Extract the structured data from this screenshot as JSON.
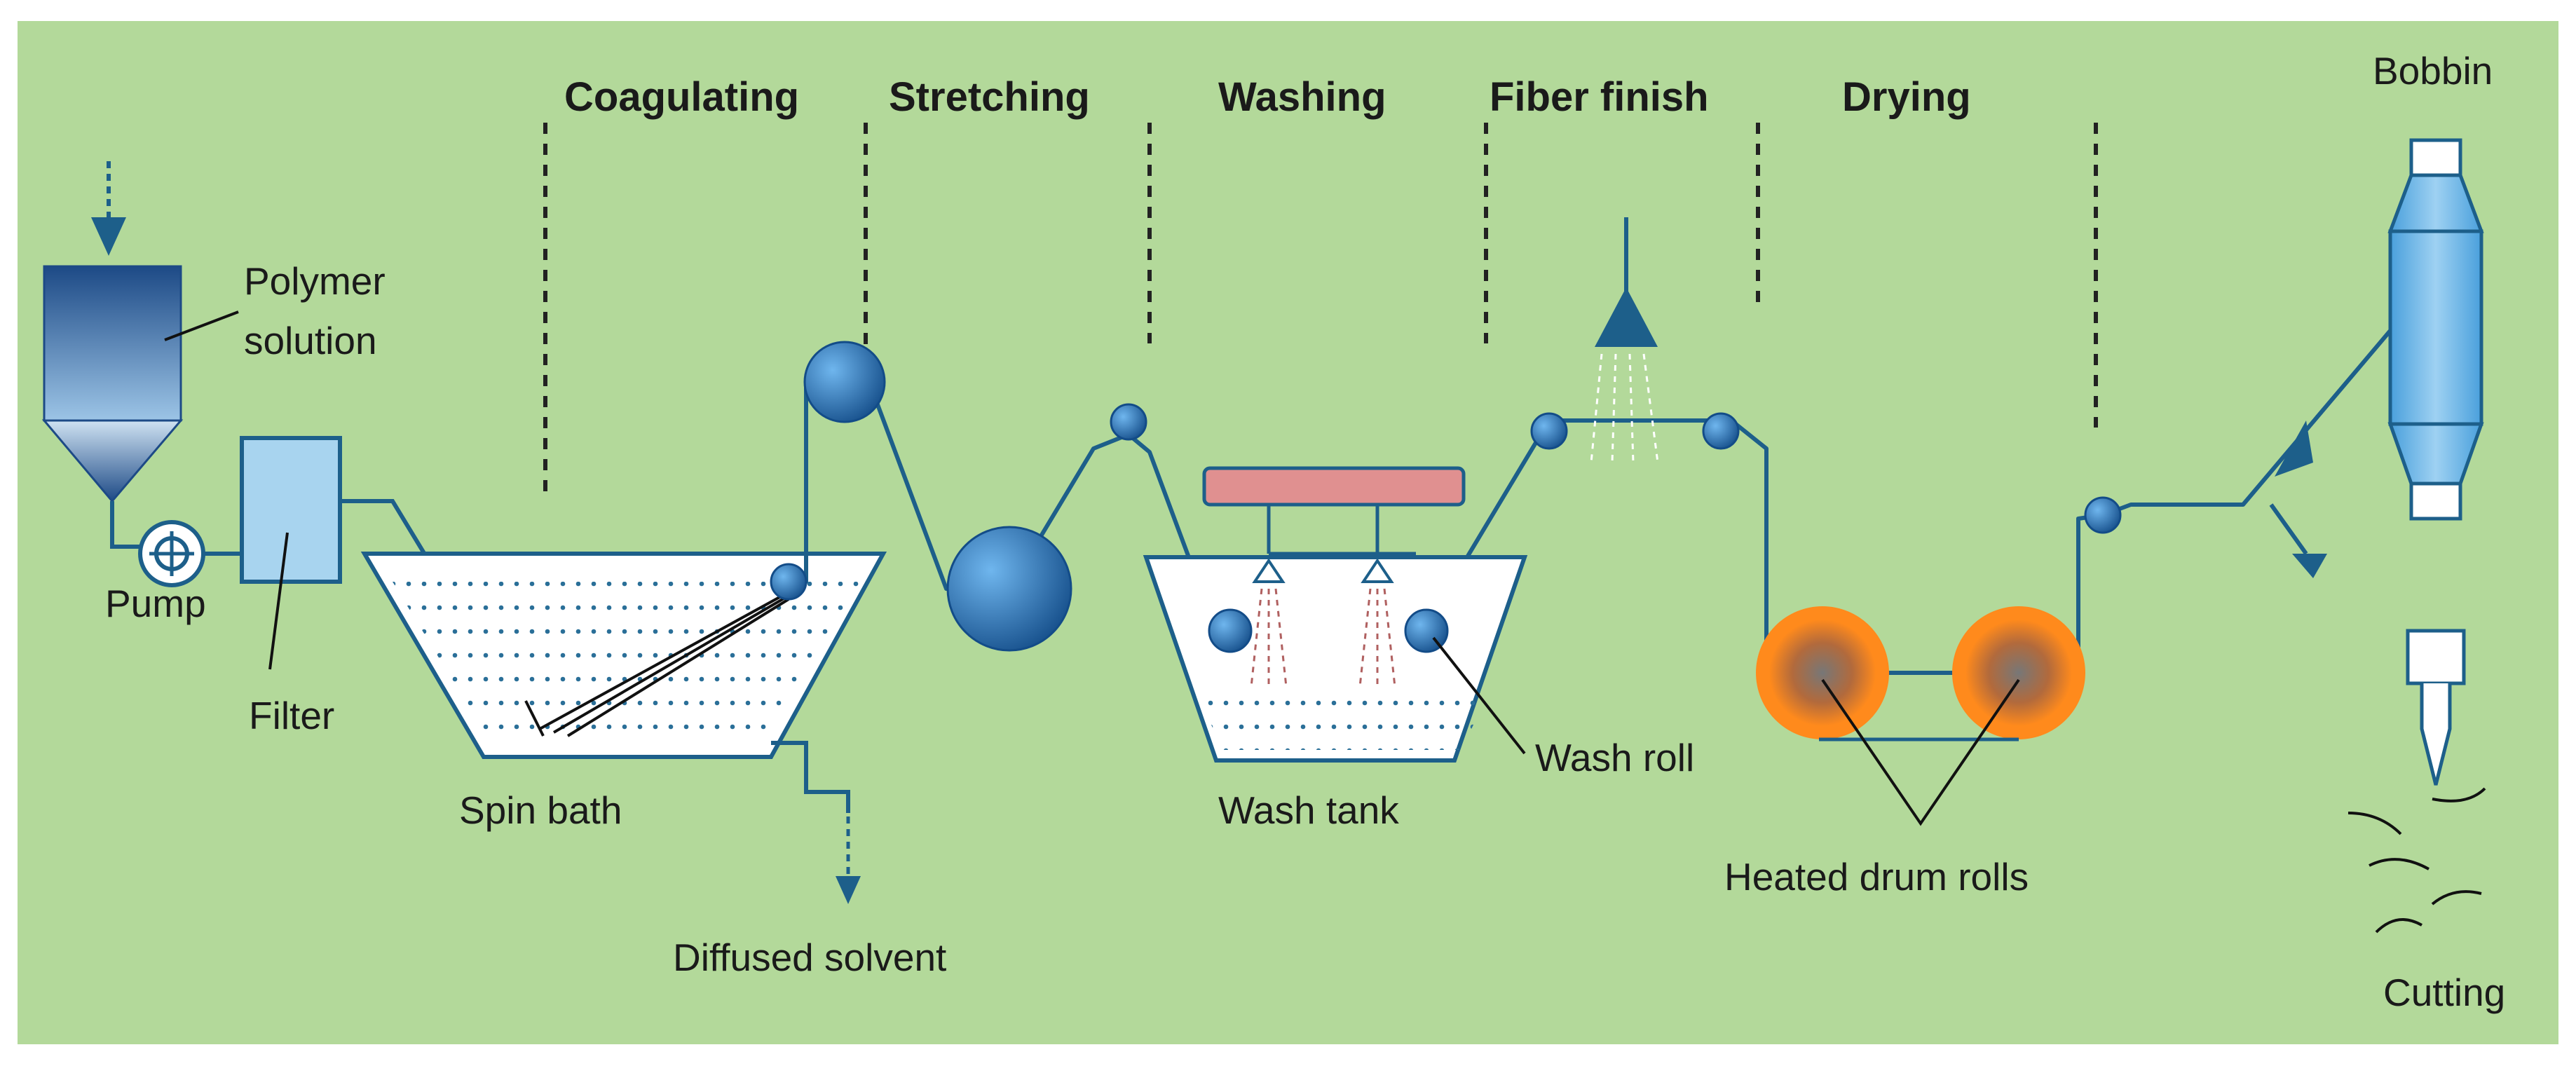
{
  "stages": [
    "Coagulating",
    "Stretching",
    "Washing",
    "Fiber finish",
    "Drying"
  ],
  "labels": {
    "polymer_line1": "Polymer",
    "polymer_line2": "solution",
    "pump": "Pump",
    "filter": "Filter",
    "spin_bath": "Spin bath",
    "diffused_solvent": "Diffused solvent",
    "wash_tank": "Wash tank",
    "wash_roll": "Wash roll",
    "heated_drum_rolls": "Heated drum rolls",
    "bobbin": "Bobbin",
    "cutting": "Cutting"
  },
  "colors": {
    "background": "#b3d99a",
    "line": "#1d5f8a",
    "roll": "#1f6fb8",
    "bath_dots": "#2a6f98",
    "filter_fill": "#a8d4ef",
    "bobbin_fill": "#6fb8e8",
    "wash_bar": "#e09090",
    "drum_outer": "#ff8a1c",
    "drum_inner": "#777777"
  },
  "icons": [
    "hopper-icon",
    "pump-icon",
    "filter-icon",
    "spin-bath-icon",
    "godet-roll-icon",
    "wash-tank-icon",
    "spray-nozzle-icon",
    "heated-drum-icon",
    "bobbin-icon",
    "cutter-icon"
  ]
}
